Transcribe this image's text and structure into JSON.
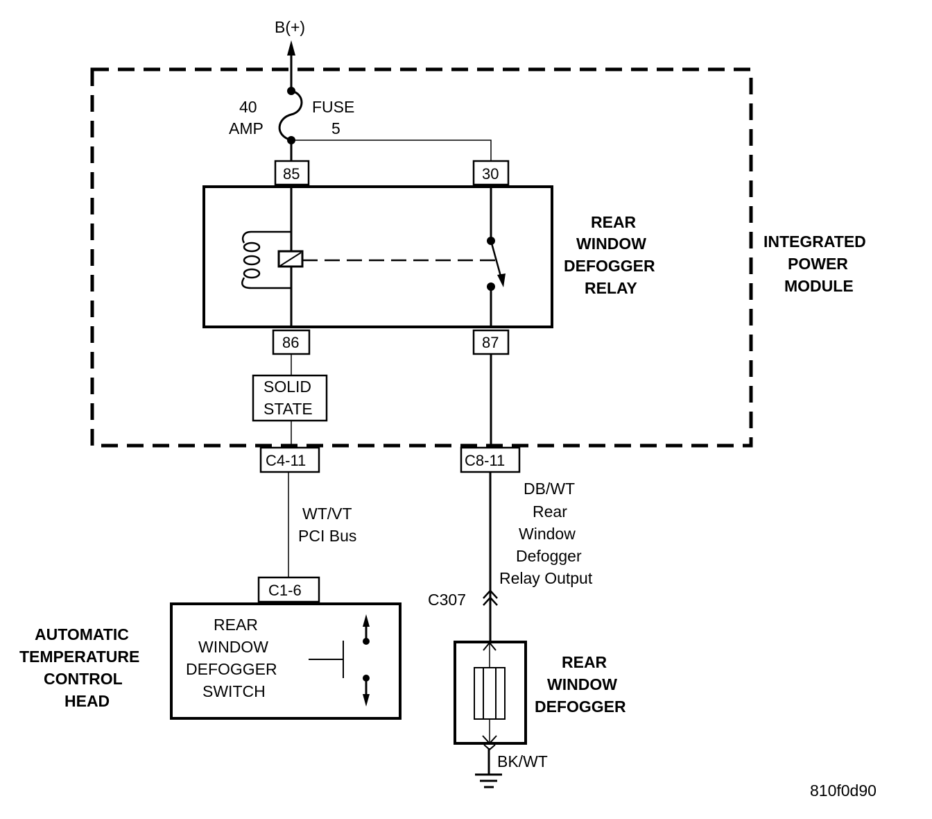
{
  "diagram": {
    "title_code": "810f0d90",
    "power_source": "B(+)",
    "fuse": {
      "rating_line1": "40",
      "rating_line2": "AMP",
      "name_line1": "FUSE",
      "name_line2": "5"
    },
    "modules": {
      "integrated_power_module": [
        "INTEGRATED",
        "POWER",
        "MODULE"
      ],
      "relay": [
        "REAR",
        "WINDOW",
        "DEFOGGER",
        "RELAY"
      ],
      "atc_head": [
        "AUTOMATIC",
        "TEMPERATURE",
        "CONTROL",
        "HEAD"
      ],
      "defogger": [
        "REAR",
        "WINDOW",
        "DEFOGGER"
      ]
    },
    "relay_pins": {
      "coil_top": "85",
      "switch_top": "30",
      "coil_bottom": "86",
      "switch_bottom": "87"
    },
    "solid_state": [
      "SOLID",
      "STATE"
    ],
    "connectors": {
      "c4": "C4-11",
      "c8": "C8-11",
      "c1": "C1-6",
      "c307": "C307"
    },
    "wires": {
      "pci_bus": [
        "WT/VT",
        "PCI Bus"
      ],
      "relay_output": [
        "DB/WT",
        "Rear",
        "Window",
        "Defogger",
        "Relay Output"
      ],
      "ground": "BK/WT"
    },
    "switch_label": [
      "REAR",
      "WINDOW",
      "DEFOGGER",
      "SWITCH"
    ]
  }
}
